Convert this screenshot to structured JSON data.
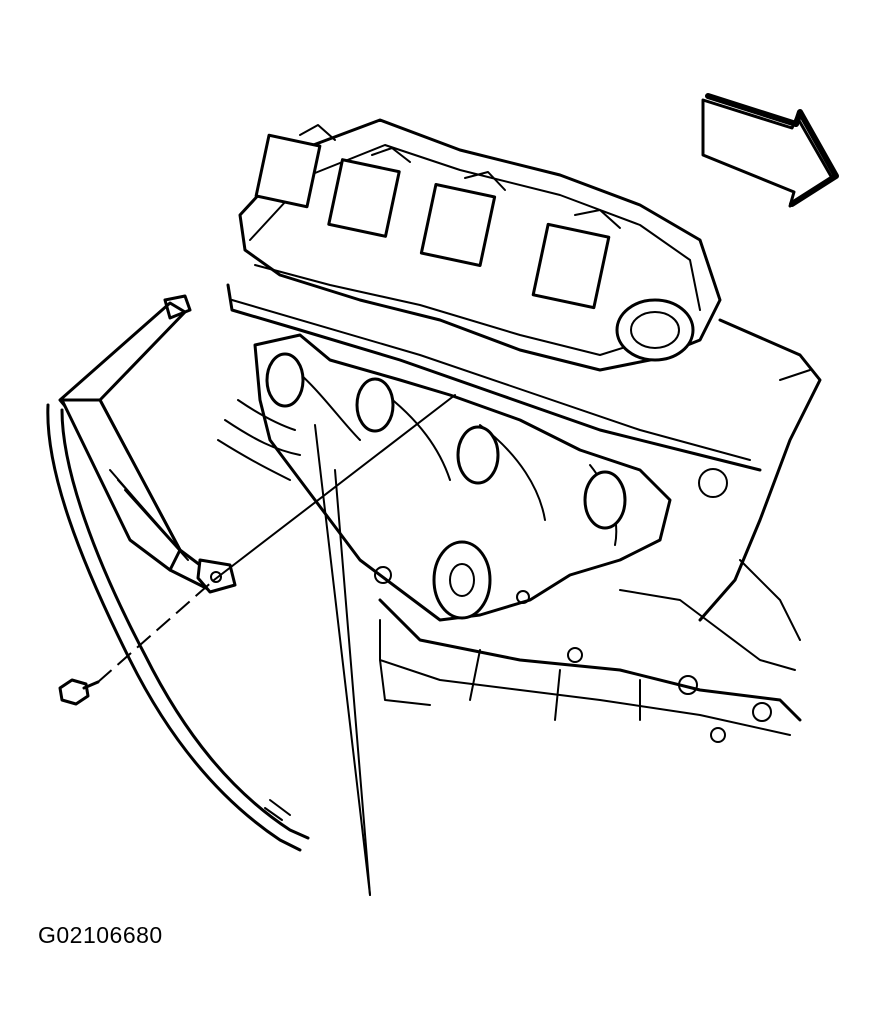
{
  "figure": {
    "id_label": "G02106680",
    "line_color": "#000000",
    "background_color": "#ffffff",
    "parts": [
      "engine-block-drawing",
      "oil-level-indicator-tube",
      "mounting-bolt",
      "front-direction-arrow"
    ]
  }
}
